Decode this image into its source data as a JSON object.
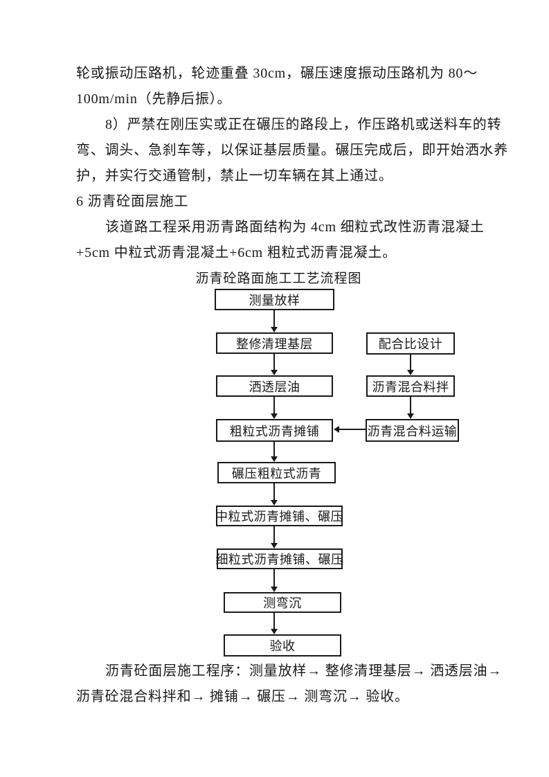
{
  "page": {
    "background_color": "#ffffff",
    "text_color": "#1a1a1a"
  },
  "document": {
    "body_lines": [
      "轮或振动压路机，轮迹重叠 30cm，碾压速度振动压路机为 80～",
      "100m/min（先静后振）。",
      "8）严禁在刚压实或正在碾压的路段上，作压路机或送料车的转",
      "弯、调头、急刹车等，以保证基层质量。碾压完成后，即开始洒水养",
      "护，并实行交通管制，禁止一切车辆在其上通过。",
      "6 沥青砼面层施工",
      "该道路工程采用沥青路面结构为 4cm 细粒式改性沥青混凝土",
      "+5cm 中粒式沥青混凝土+6cm 粗粒式沥青混凝土。"
    ],
    "closing_lines": [
      "沥青砼面层施工程序：测量放样→ 整修清理基层→ 洒透层油→",
      "沥青砼混合料拌和→ 摊铺→ 碾压→ 测弯沉→ 验收。"
    ]
  },
  "flowchart": {
    "title": "沥青砼路面施工工艺流程图",
    "main_steps": [
      "测量放样",
      "整修清理基层",
      "洒透层油",
      "粗粒式沥青摊铺",
      "碾压粗粒式沥青",
      "中粒式沥青摊铺、碾压",
      "细粒式沥青摊铺、碾压",
      "测弯沉",
      "验收"
    ],
    "side_steps": [
      "配合比设计",
      "沥青混合料拌",
      "沥青混合料运输"
    ],
    "edges": [
      "测量放样→整修清理基层",
      "整修清理基层→洒透层油",
      "洒透层油→粗粒式沥青摊铺",
      "粗粒式沥青摊铺→碾压粗粒式沥青",
      "碾压粗粒式沥青→中粒式沥青摊铺、碾压",
      "中粒式沥青摊铺、碾压→细粒式沥青摊铺、碾压",
      "细粒式沥青摊铺、碾压→测弯沉",
      "测弯沉→验收",
      "配合比设计→沥青混合料拌",
      "沥青混合料拌→沥青混合料运输",
      "沥青混合料运输→粗粒式沥青摊铺"
    ]
  }
}
